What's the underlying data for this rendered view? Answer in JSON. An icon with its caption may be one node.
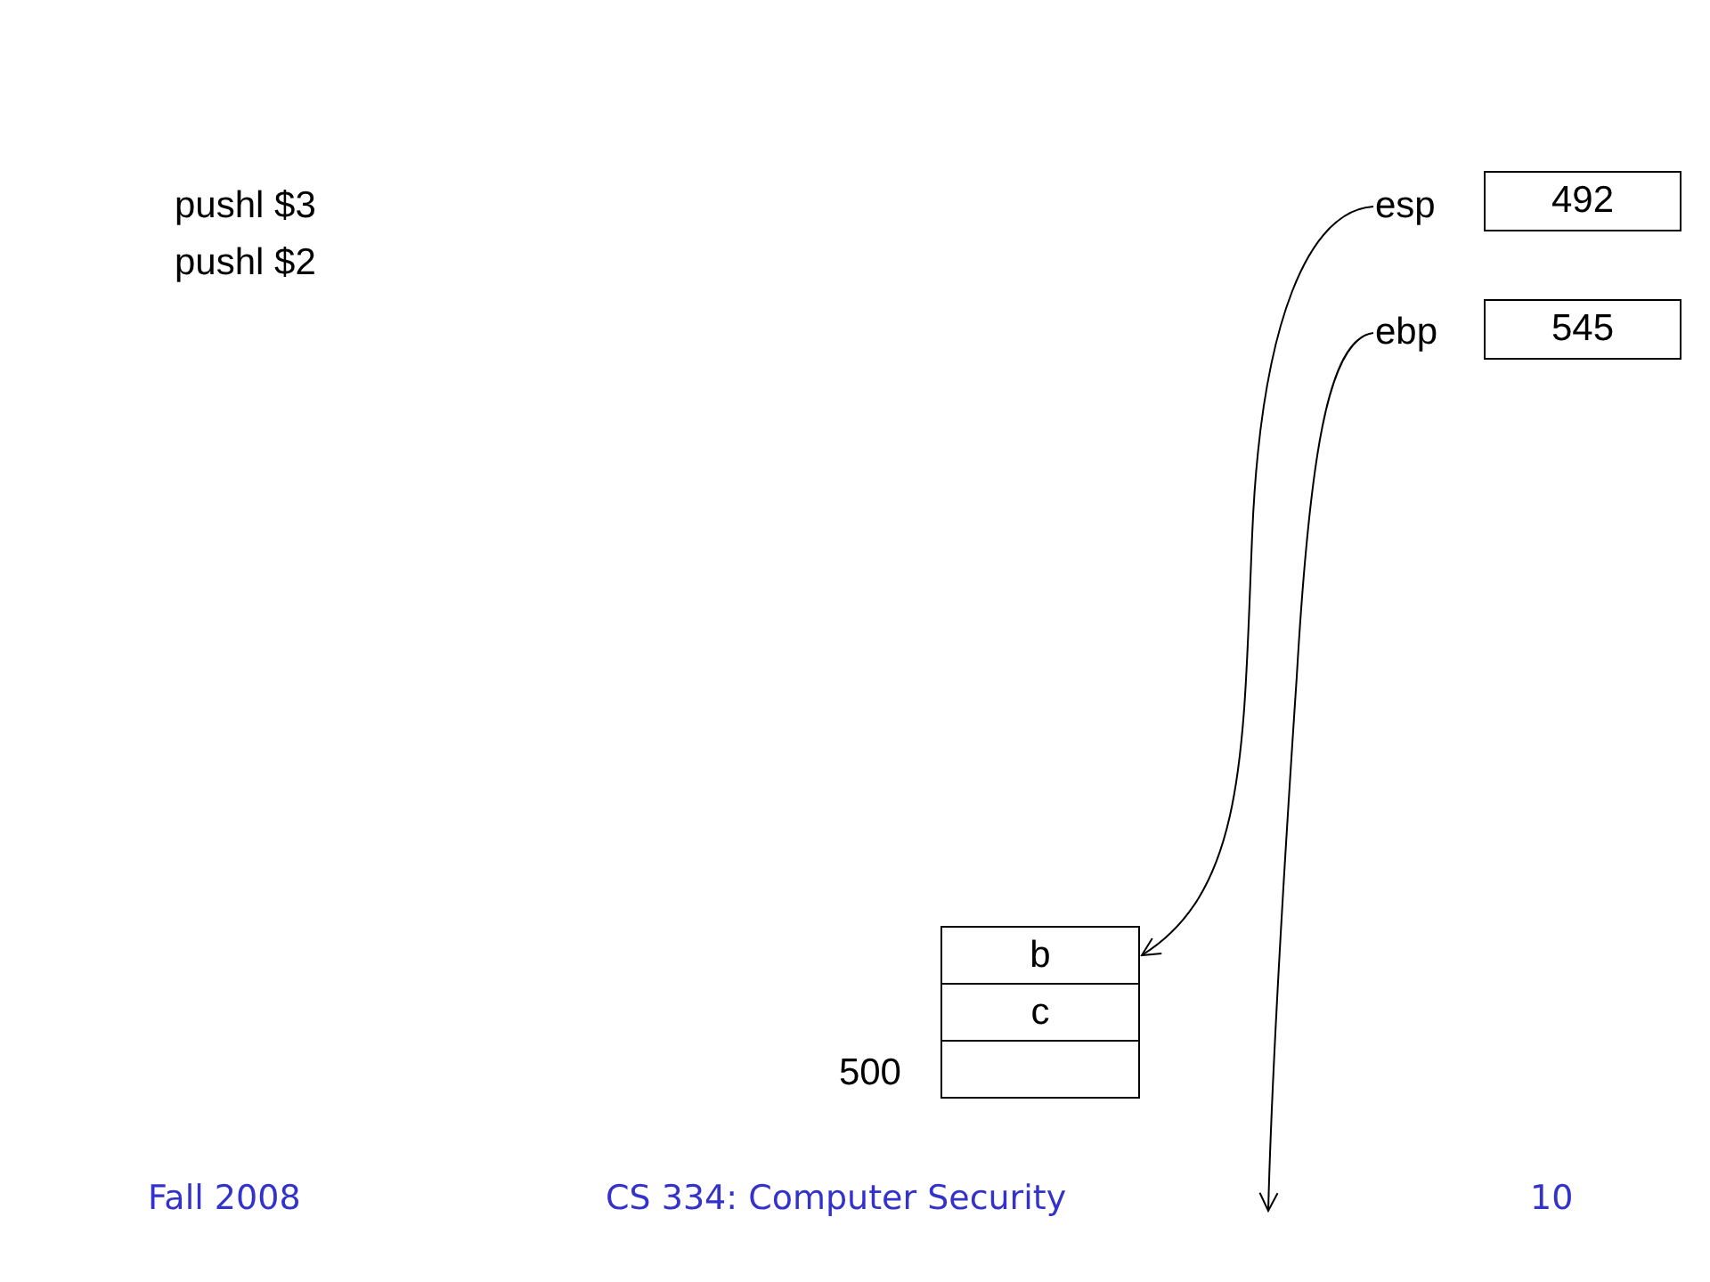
{
  "diagram": {
    "nodes": [
      {
        "text": [
          "esp"
        ]
      },
      {
        "text": [
          "492"
        ]
      },
      {
        "text": [
          "ebp"
        ]
      },
      {
        "text": [
          "545"
        ]
      },
      {
        "text": [
          "b"
        ]
      },
      {
        "text": [
          "c"
        ]
      },
      {
        "text": [],
        "shape": "box",
        "beside": [
          "500"
        ]
      }
    ],
    "edges": [
      {
        "from": 0,
        "to": 4,
        "arrow": "to"
      },
      {
        "from": 2,
        "to": null,
        "arrow": "to"
      }
    ],
    "labels": [
      "pushl $3",
      "pushl $2",
      "Fall 2008",
      "CS 334: Computer Security",
      "10"
    ]
  }
}
